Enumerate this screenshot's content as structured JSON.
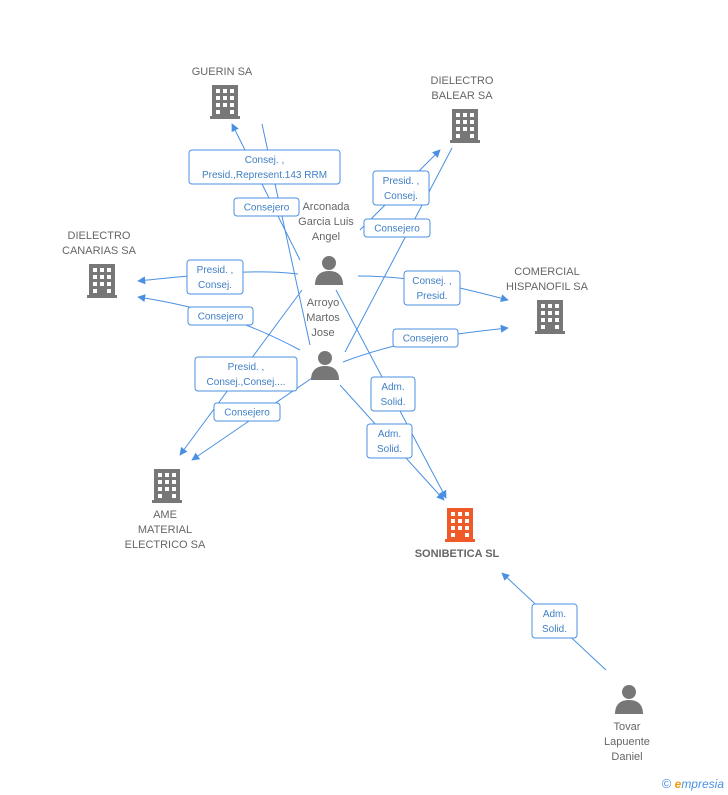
{
  "colors": {
    "edge": "#4a90e2",
    "company": "#777777",
    "main_company": "#f05a28",
    "person": "#777777"
  },
  "nodes": [
    {
      "id": "guerin",
      "kind": "company",
      "label": [
        "GUERIN SA"
      ]
    },
    {
      "id": "dielectro_balear",
      "kind": "company",
      "label": [
        "DIELECTRO",
        "BALEAR SA"
      ]
    },
    {
      "id": "dielectro_canarias",
      "kind": "company",
      "label": [
        "DIELECTRO",
        "CANARIAS SA"
      ]
    },
    {
      "id": "comercial_hispanofil",
      "kind": "company",
      "label": [
        "COMERCIAL",
        "HISPANOFIL SA"
      ]
    },
    {
      "id": "ame",
      "kind": "company",
      "label": [
        "AME",
        "MATERIAL",
        "ELECTRICO SA"
      ]
    },
    {
      "id": "sonibetica",
      "kind": "main",
      "label": [
        "SONIBETICA SL"
      ]
    },
    {
      "id": "arconada",
      "kind": "person",
      "label": [
        "Arconada",
        "Garcia Luis",
        "Angel"
      ]
    },
    {
      "id": "arroyo",
      "kind": "person",
      "label": [
        "Arroyo",
        "Martos",
        "Jose"
      ]
    },
    {
      "id": "tovar",
      "kind": "person",
      "label": [
        "Tovar",
        "Lapuente",
        "Daniel"
      ]
    }
  ],
  "edges": [
    {
      "id": "e1",
      "label": [
        "Consej. ,",
        "Presid.,Represent.143 RRM"
      ]
    },
    {
      "id": "e2",
      "label": [
        "Consejero"
      ]
    },
    {
      "id": "e3",
      "label": [
        "Presid. ,",
        "Consej."
      ]
    },
    {
      "id": "e4",
      "label": [
        "Consejero"
      ]
    },
    {
      "id": "e5",
      "label": [
        "Presid. ,",
        "Consej."
      ]
    },
    {
      "id": "e6",
      "label": [
        "Consejero"
      ]
    },
    {
      "id": "e7",
      "label": [
        "Consej. ,",
        "Presid."
      ]
    },
    {
      "id": "e8",
      "label": [
        "Consejero"
      ]
    },
    {
      "id": "e9",
      "label": [
        "Presid. ,",
        "Consej.,Consej...."
      ]
    },
    {
      "id": "e10",
      "label": [
        "Consejero"
      ]
    },
    {
      "id": "e11",
      "label": [
        "Adm.",
        "Solid."
      ]
    },
    {
      "id": "e12",
      "label": [
        "Adm.",
        "Solid."
      ]
    },
    {
      "id": "e13",
      "label": [
        "Adm.",
        "Solid."
      ]
    }
  ],
  "brand": {
    "copyright": "©",
    "initial": "e",
    "rest": "mpresia"
  }
}
